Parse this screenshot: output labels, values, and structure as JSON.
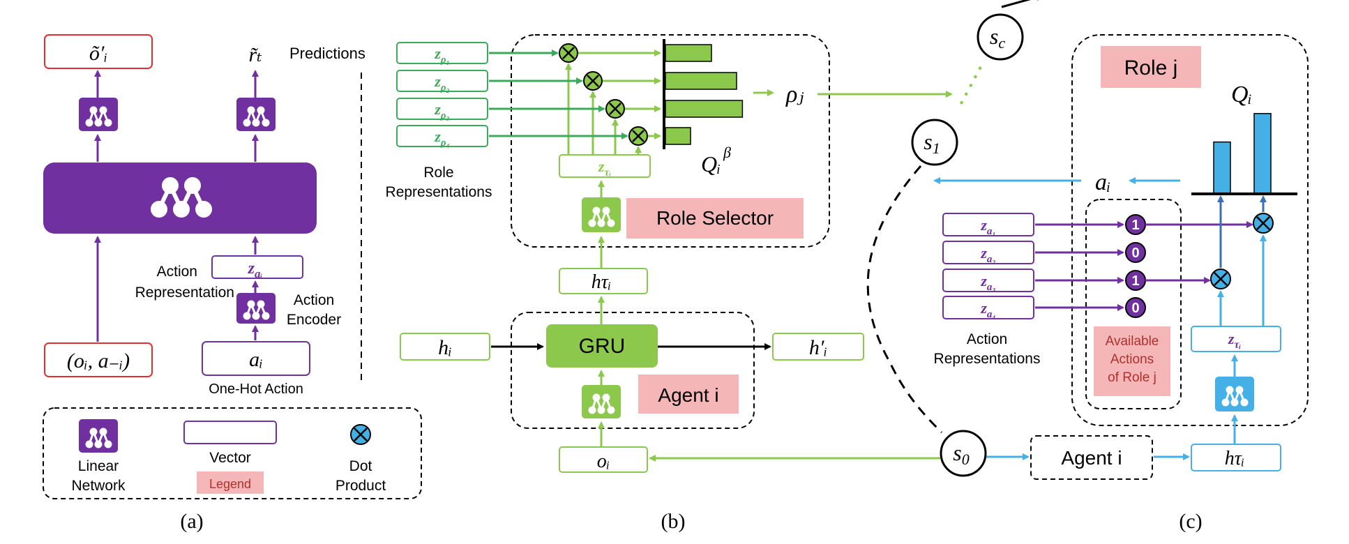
{
  "colors": {
    "purple": "#7030a0",
    "green": "#8cc84b",
    "green_dark": "#3aaa5b",
    "blue": "#45b0e5",
    "red": "#e03030",
    "pink": "#f4b6b6"
  },
  "panel_a": {
    "out_obs": "õ′ᵢ",
    "out_reward": "r̃ₜ",
    "predictions": "Predictions",
    "action_representation": [
      "Action",
      "Representation"
    ],
    "z_action": "z",
    "z_action_sub": "aᵢ",
    "action_encoder": [
      "Action",
      "Encoder"
    ],
    "input_obs": "(oᵢ, a₋ᵢ)",
    "input_action": "aᵢ",
    "one_hot_action": "One-Hot Action",
    "caption": "(a)"
  },
  "legend": {
    "linear_network": [
      "Linear",
      "Network"
    ],
    "vector": "Vector",
    "legend_tag": "Legend",
    "dot_product": [
      "Dot",
      "Product"
    ]
  },
  "panel_b": {
    "role_vectors": [
      {
        "z": "z",
        "sub": "ρ₁"
      },
      {
        "z": "z",
        "sub": "ρ₂"
      },
      {
        "z": "z",
        "sub": "ρ₃"
      },
      {
        "z": "z",
        "sub": "ρ₄"
      }
    ],
    "role_bar_values": [
      0.55,
      0.85,
      0.92,
      0.3
    ],
    "role_representations": [
      "Role",
      "Representations"
    ],
    "z_tau": "z",
    "z_tau_sub": "τᵢ",
    "q_beta": "Qᵢ",
    "q_beta_sup": "β",
    "rho_j": "ρⱼ",
    "role_selector": "Role Selector",
    "h_tau": "hτᵢ",
    "h_i": "hᵢ",
    "gru": "GRU",
    "h_i_prime": "h′ᵢ",
    "agent": "Agent i",
    "o_i": "oᵢ",
    "caption": "(b)"
  },
  "panel_c": {
    "s_c": "s",
    "s_c_sub": "c",
    "s_1": "s",
    "s_1_sub": "1",
    "s_0": "s",
    "s_0_sub": "0",
    "role_j": "Role j",
    "q_i": "Qᵢ",
    "a_i": "aᵢ",
    "q_bar_values": [
      0.62,
      0.96
    ],
    "action_vectors": [
      {
        "z": "z",
        "sub": "a₁",
        "avail": "1"
      },
      {
        "z": "z",
        "sub": "a₂",
        "avail": "0"
      },
      {
        "z": "z",
        "sub": "a₃",
        "avail": "1"
      },
      {
        "z": "z",
        "sub": "a₄",
        "avail": "0"
      }
    ],
    "action_representations": [
      "Action",
      "Representations"
    ],
    "available_actions": [
      "Available",
      "Actions",
      "of Role j"
    ],
    "z_tau": "z",
    "z_tau_sub": "τᵢ",
    "agent": "Agent i",
    "h_tau": "hτᵢ",
    "caption": "(c)"
  }
}
